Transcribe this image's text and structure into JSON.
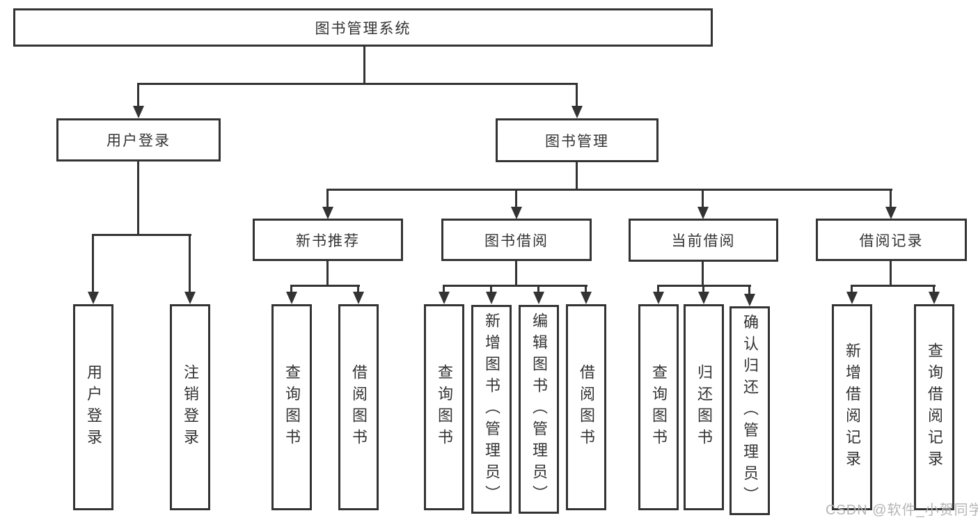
{
  "diagram": {
    "root": {
      "label": "图书管理系统"
    },
    "level2": {
      "user_login": {
        "label": "用户登录"
      },
      "book_management": {
        "label": "图书管理"
      }
    },
    "level3": {
      "new_book_recommend": {
        "label": "新书推荐"
      },
      "book_borrow": {
        "label": "图书借阅"
      },
      "current_borrow": {
        "label": "当前借阅"
      },
      "borrow_records": {
        "label": "借阅记录"
      }
    },
    "leaves": {
      "login": {
        "label": "用户登录"
      },
      "logout": {
        "label": "注销登录"
      },
      "nb_query": {
        "label": "查询图书"
      },
      "nb_borrow": {
        "label": "借阅图书"
      },
      "bb_query": {
        "label": "查询图书"
      },
      "bb_add": {
        "label": "新增图书（管理员）"
      },
      "bb_edit": {
        "label": "编辑图书（管理员）"
      },
      "bb_borrow": {
        "label": "借阅图书"
      },
      "cb_query": {
        "label": "查询图书"
      },
      "cb_return": {
        "label": "归还图书"
      },
      "cb_confirm": {
        "label": "确认归还（管理员）"
      },
      "br_add": {
        "label": "新增借阅记录"
      },
      "br_query": {
        "label": "查询借阅记录"
      }
    },
    "watermark": "CSDN @软件_小贺同学",
    "colors": {
      "line": "#333333",
      "text": "#333333",
      "background": "#ffffff",
      "watermark": "#b5b5b5"
    }
  }
}
